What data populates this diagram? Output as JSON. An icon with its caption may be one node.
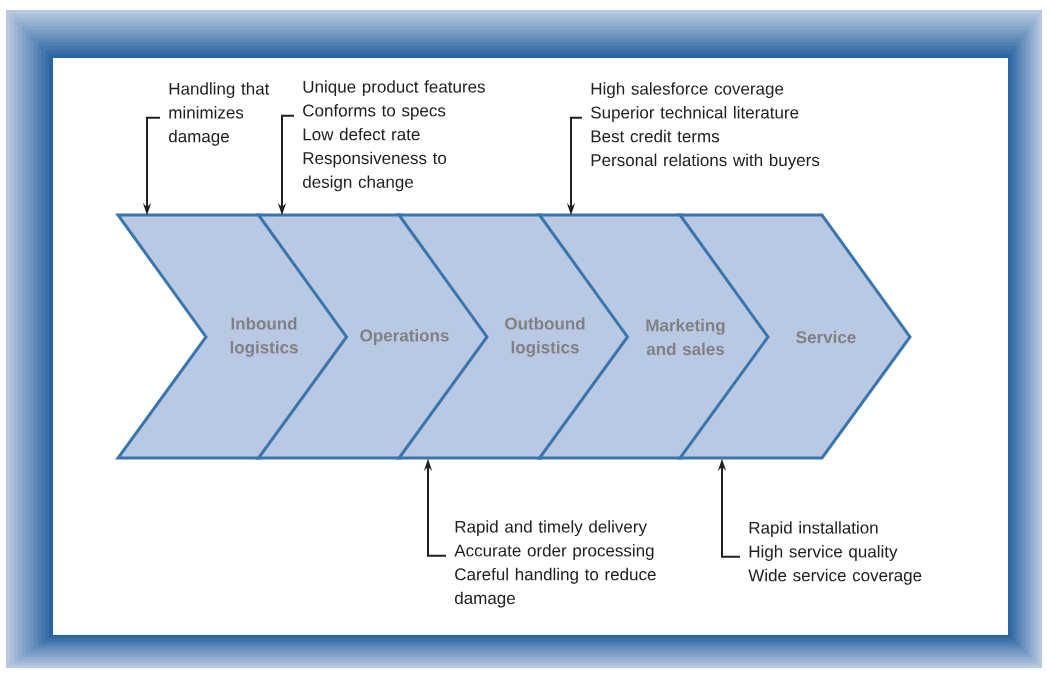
{
  "diagram": {
    "nodes": [
      {
        "text": [
          "Inbound logistics"
        ]
      },
      {
        "text": [
          "Operations"
        ]
      },
      {
        "text": [
          "Outbound logistics"
        ]
      },
      {
        "text": [
          "Marketing and sales"
        ]
      },
      {
        "text": [
          "Service"
        ]
      },
      {
        "text": [
          "Handling that minimizes damage"
        ]
      },
      {
        "text": [
          "Unique product features",
          "Conforms to specs",
          "Low defect rate",
          "Responsiveness to design change"
        ]
      },
      {
        "text": [
          "High salesforce coverage",
          "Superior technical literature",
          "Best credit terms",
          "Personal relations with buyers"
        ]
      },
      {
        "text": [
          "Rapid and timely delivery",
          "Accurate order processing",
          "Careful handling to reduce damage"
        ]
      },
      {
        "text": [
          "Rapid installation",
          "High service quality",
          "Wide service coverage"
        ]
      }
    ],
    "edges": [
      {
        "from": 5,
        "to": 0,
        "arrow": "to"
      },
      {
        "from": 6,
        "to": 1,
        "arrow": "to"
      },
      {
        "from": 7,
        "to": 3,
        "arrow": "to"
      },
      {
        "from": 8,
        "to": 2,
        "arrow": "to"
      },
      {
        "from": 9,
        "to": 4,
        "arrow": "to"
      }
    ]
  }
}
